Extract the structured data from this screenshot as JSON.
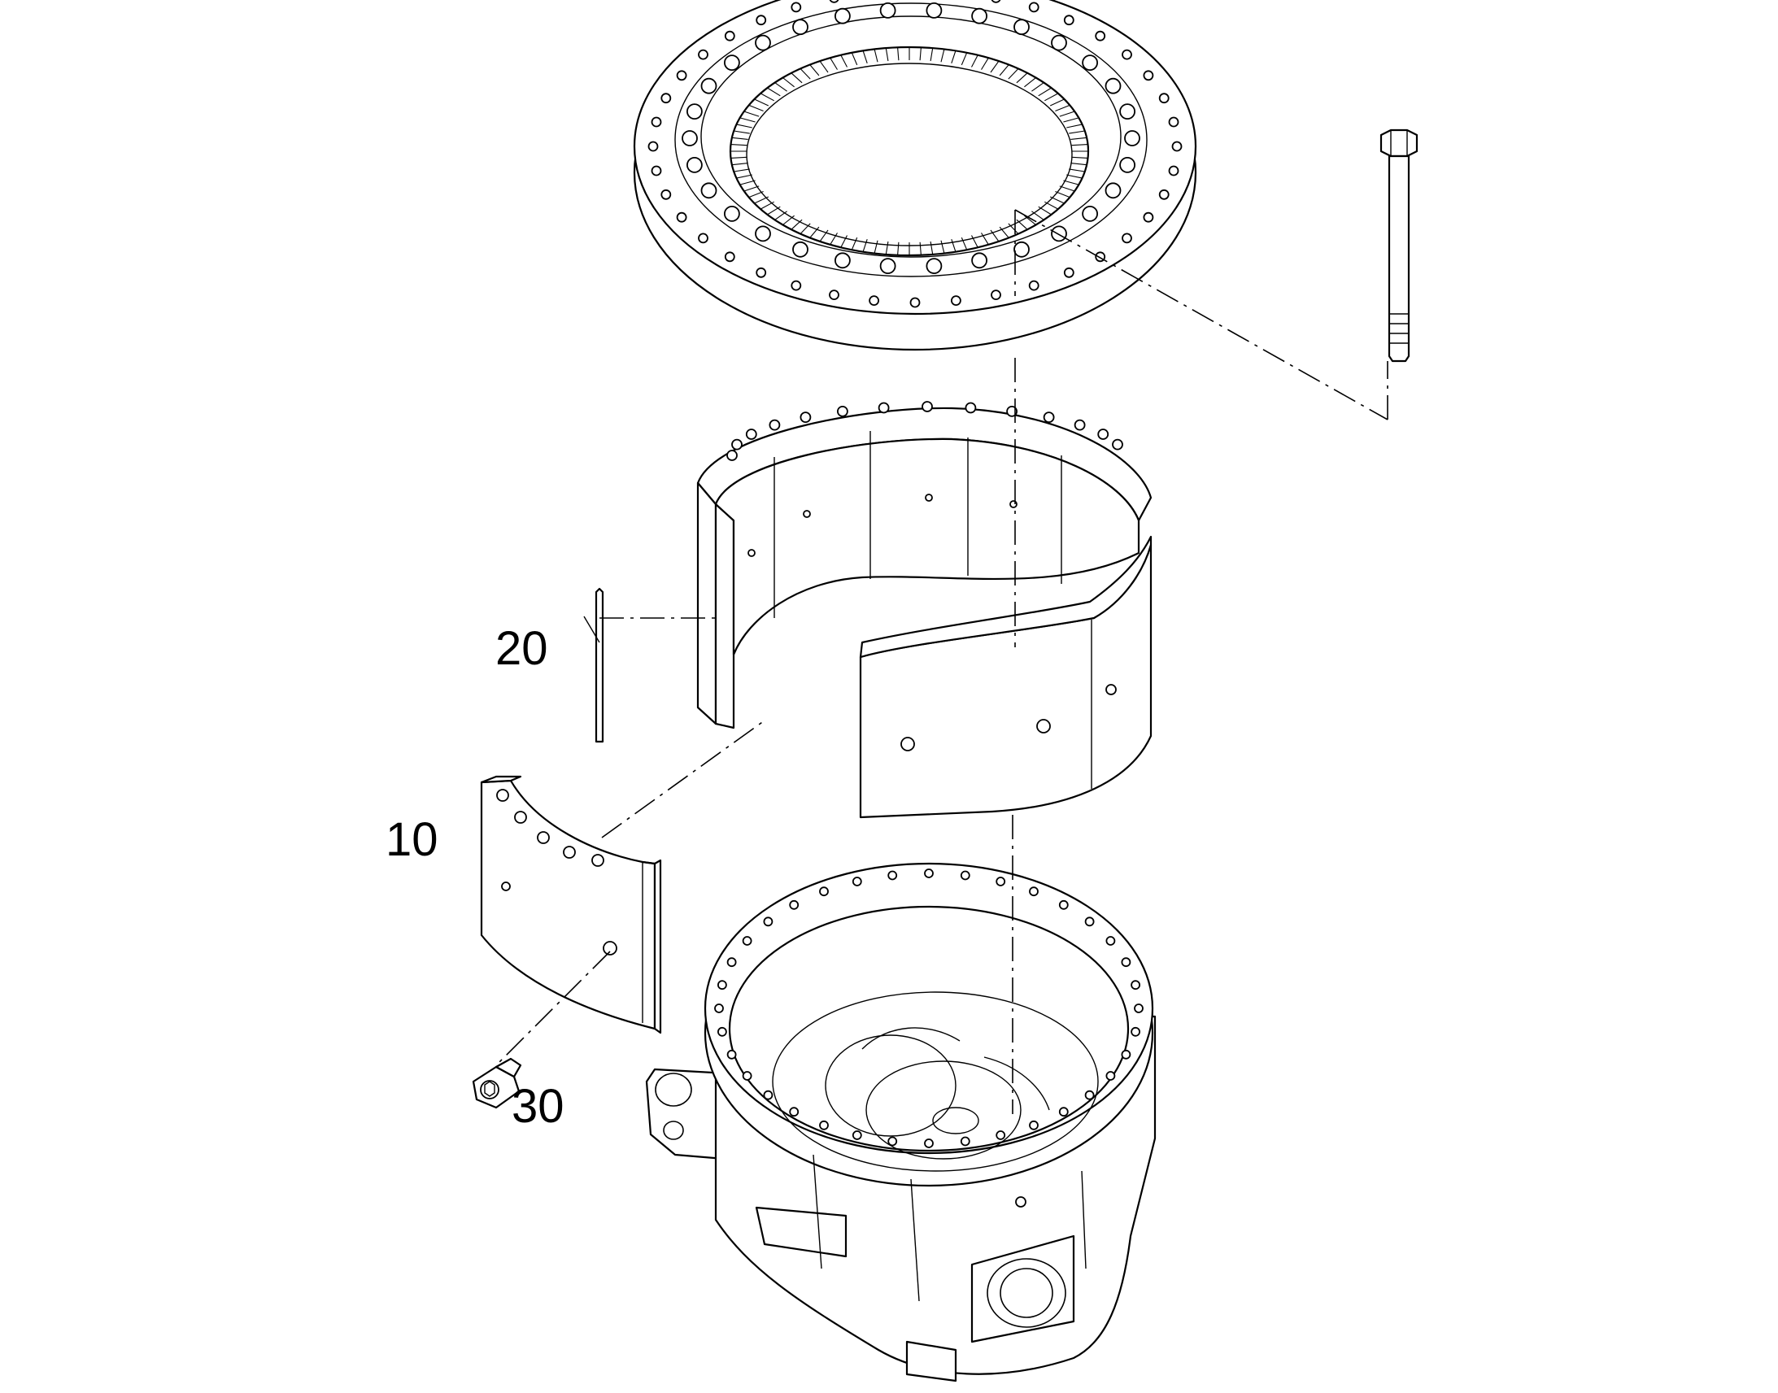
{
  "callouts": [
    {
      "id": "part-10",
      "label": "10"
    },
    {
      "id": "part-20",
      "label": "20"
    },
    {
      "id": "part-30",
      "label": "30"
    }
  ],
  "colors": {
    "line": "#000000",
    "background": "#ffffff"
  }
}
